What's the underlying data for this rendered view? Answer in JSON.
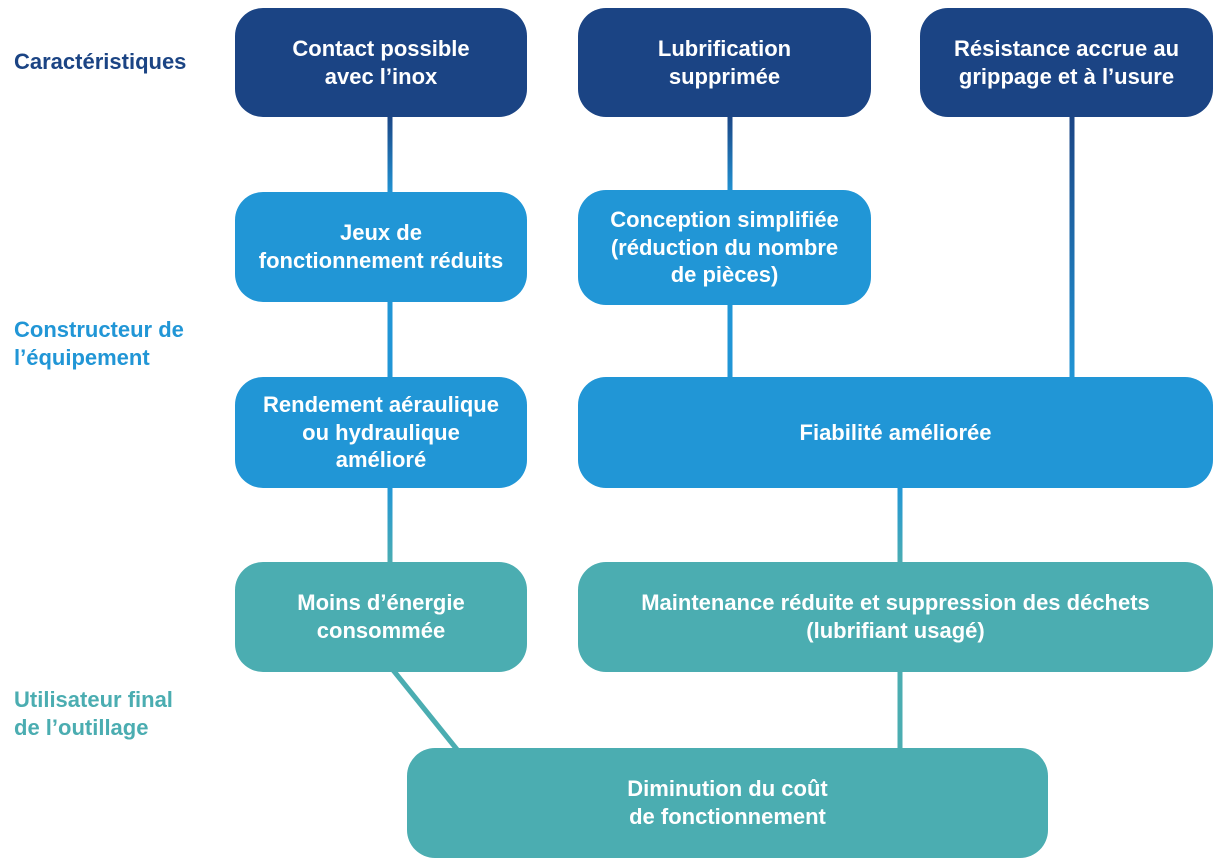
{
  "colors": {
    "navy": "#1b4484",
    "blue": "#2196d6",
    "teal": "#4badb1",
    "text": "#ffffff"
  },
  "row_labels": {
    "characteristics": "Caractéristiques",
    "manufacturer": "Constructeur de\nl’équipement",
    "end_user": "Utilisateur final\nde l’outillage"
  },
  "boxes": {
    "contact_inox": "Contact possible\navec l’inox",
    "lubrication_removed": "Lubrification\nsupprimée",
    "wear_resistance": "Résistance accrue au\ngrippage et à l’usure",
    "reduced_clearance": "Jeux de\nfonctionnement réduits",
    "simplified_design": "Conception simplifiée\n(réduction du nombre\nde pièces)",
    "improved_efficiency": "Rendement aéraulique\nou hydraulique\namélioré",
    "improved_reliability": "Fiabilité améliorée",
    "less_energy": "Moins d’énergie\nconsommée",
    "reduced_maintenance": "Maintenance réduite et suppression des déchets\n(lubrifiant usagé)",
    "lower_operating_cost": "Diminution du coût\nde fonctionnement"
  }
}
